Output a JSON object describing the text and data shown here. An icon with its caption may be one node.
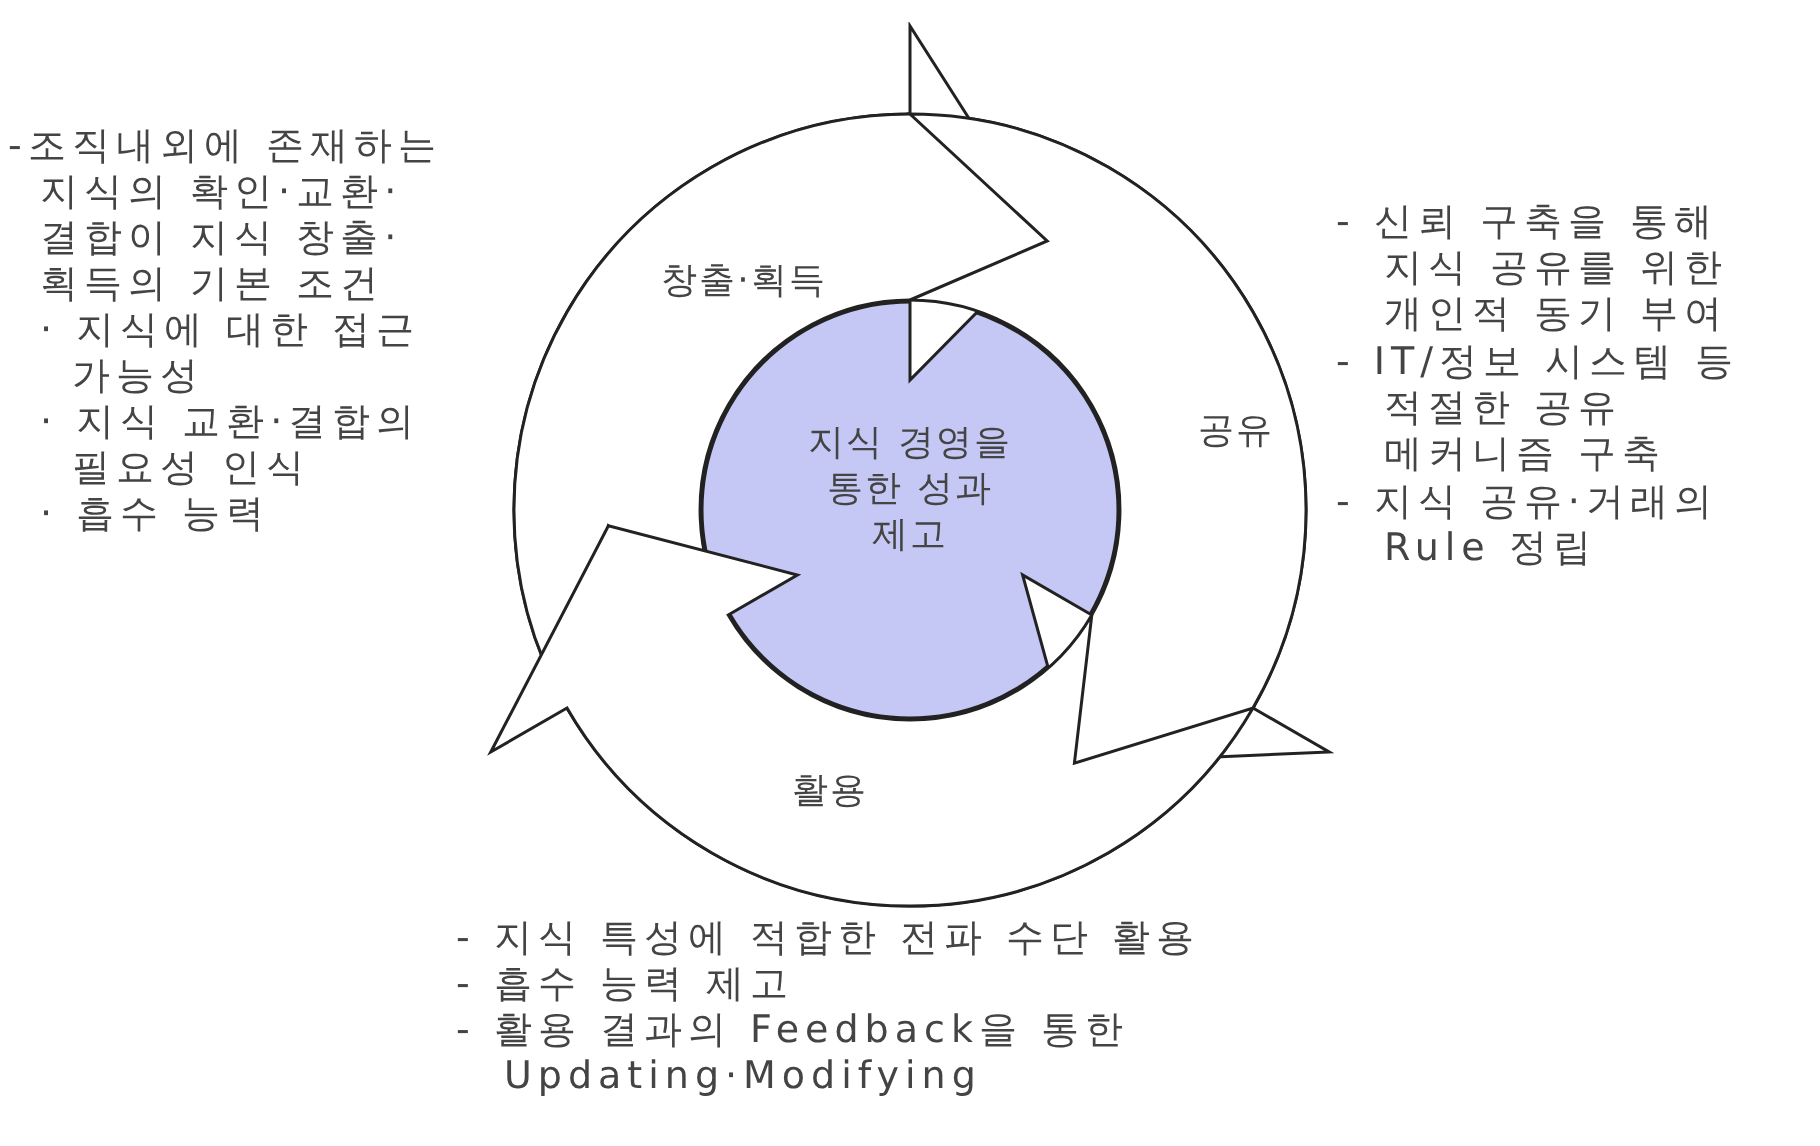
{
  "diagram": {
    "nodes": [
      {
        "text": [
          "지식 경영을 통한 성과 제고"
        ]
      },
      {
        "text": [
          "창출·획득"
        ],
        "beside": [
          "-조직내외에 존재하는 지식의 확인·교환· 결합이 지식 창출· 획득의 기본 조건",
          "· 지식에 대한 접근 가능성",
          "· 지식 교환·결합의 필요성 인식",
          "· 흡수 능력"
        ]
      },
      {
        "text": [
          "공유"
        ],
        "beside": [
          "- 신뢰 구축을 통해 지식 공유를 위한 개인적 동기 부여",
          "- IT/정보 시스템 등 적절한 공유 메커니즘 구축",
          "- 지식 공유·거래의 Rule 정립"
        ]
      },
      {
        "text": [
          "활용"
        ],
        "beside": [
          "- 지식 특성에 적합한 전파 수단 활용",
          "- 흡수 능력 제고",
          "- 활용 결과의 Feedback을 통한 Updating·Modifying"
        ]
      }
    ]
  }
}
